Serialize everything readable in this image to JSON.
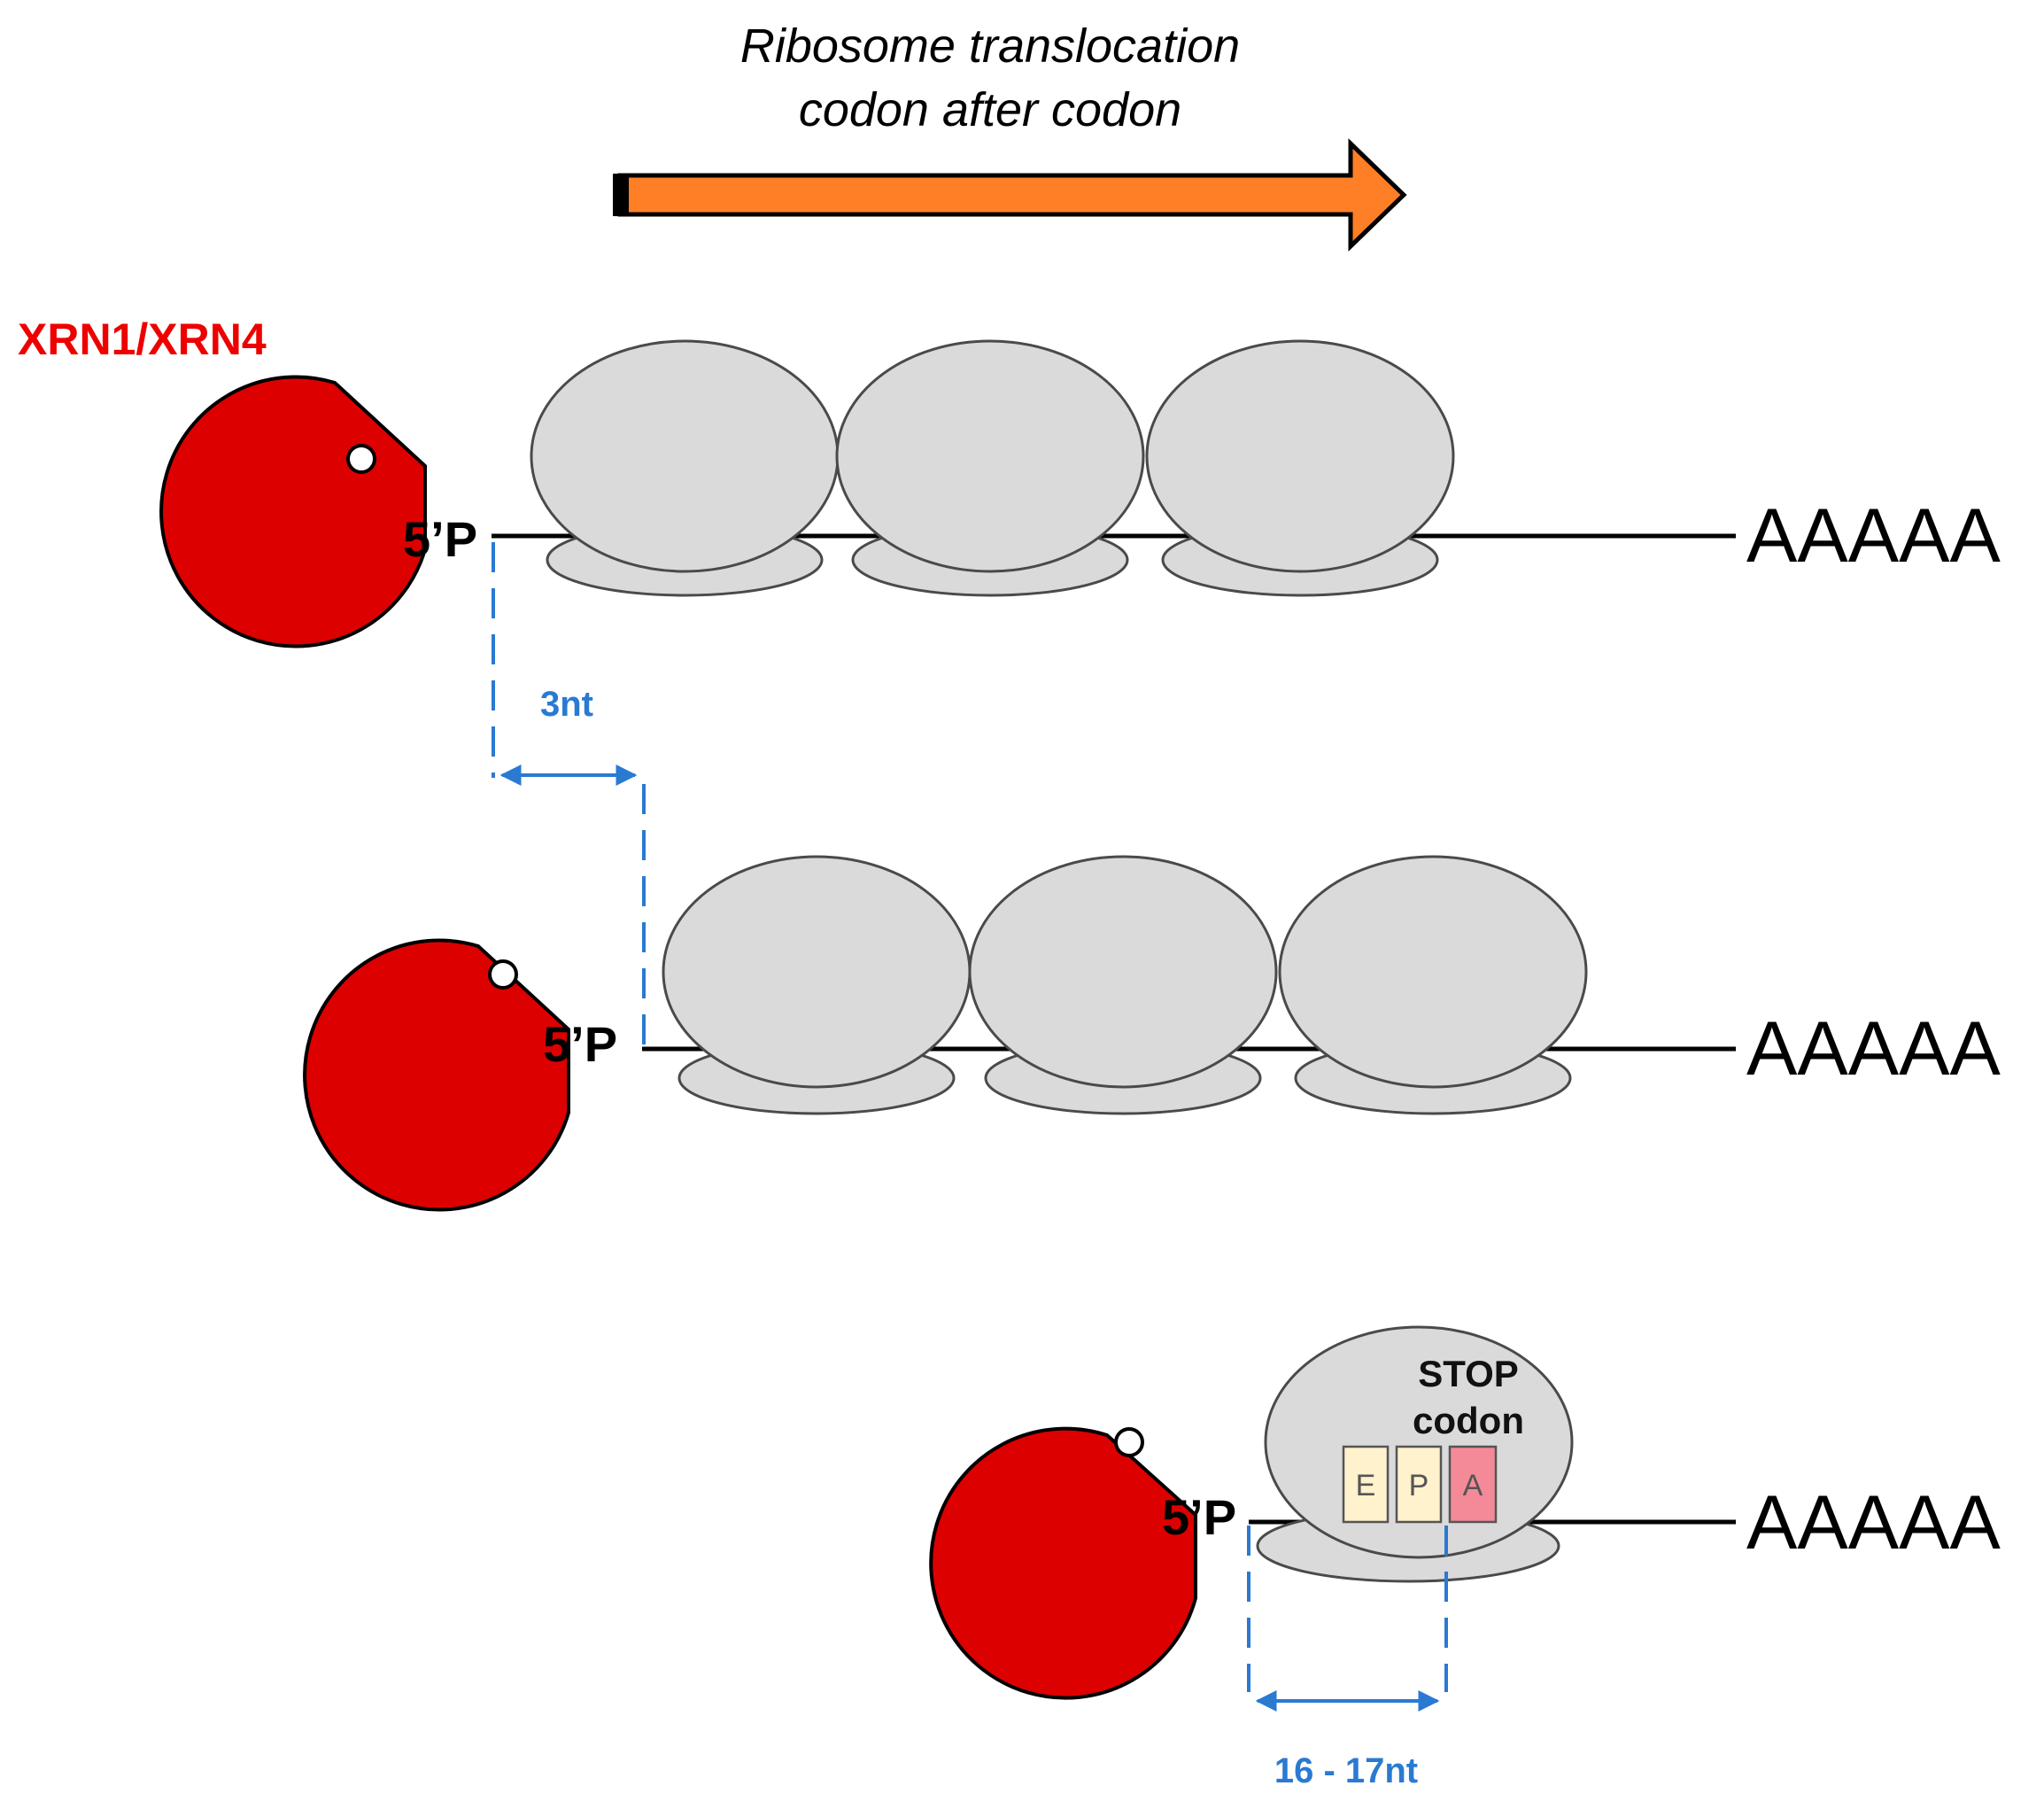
{
  "title_line1": "Ribosome translocation",
  "title_line2": "codon after codon",
  "enzyme_label": "XRN1/XRN4",
  "five_prime_label": "5’P",
  "polya_label": "AAAAA",
  "step_distance": "3nt",
  "protection_distance": "16 - 17nt",
  "stop_line1": "STOP",
  "stop_line2": "codon",
  "sites": {
    "e": "E",
    "p": "P",
    "a": "A"
  },
  "colors": {
    "enzyme": "#dd0000",
    "ribosome": "#dadada",
    "arrow": "#ff7f27",
    "dimension": "#2a7ad2",
    "e_site": "#fff2cc",
    "p_site": "#fff2cc",
    "a_site": "#f48a98"
  }
}
